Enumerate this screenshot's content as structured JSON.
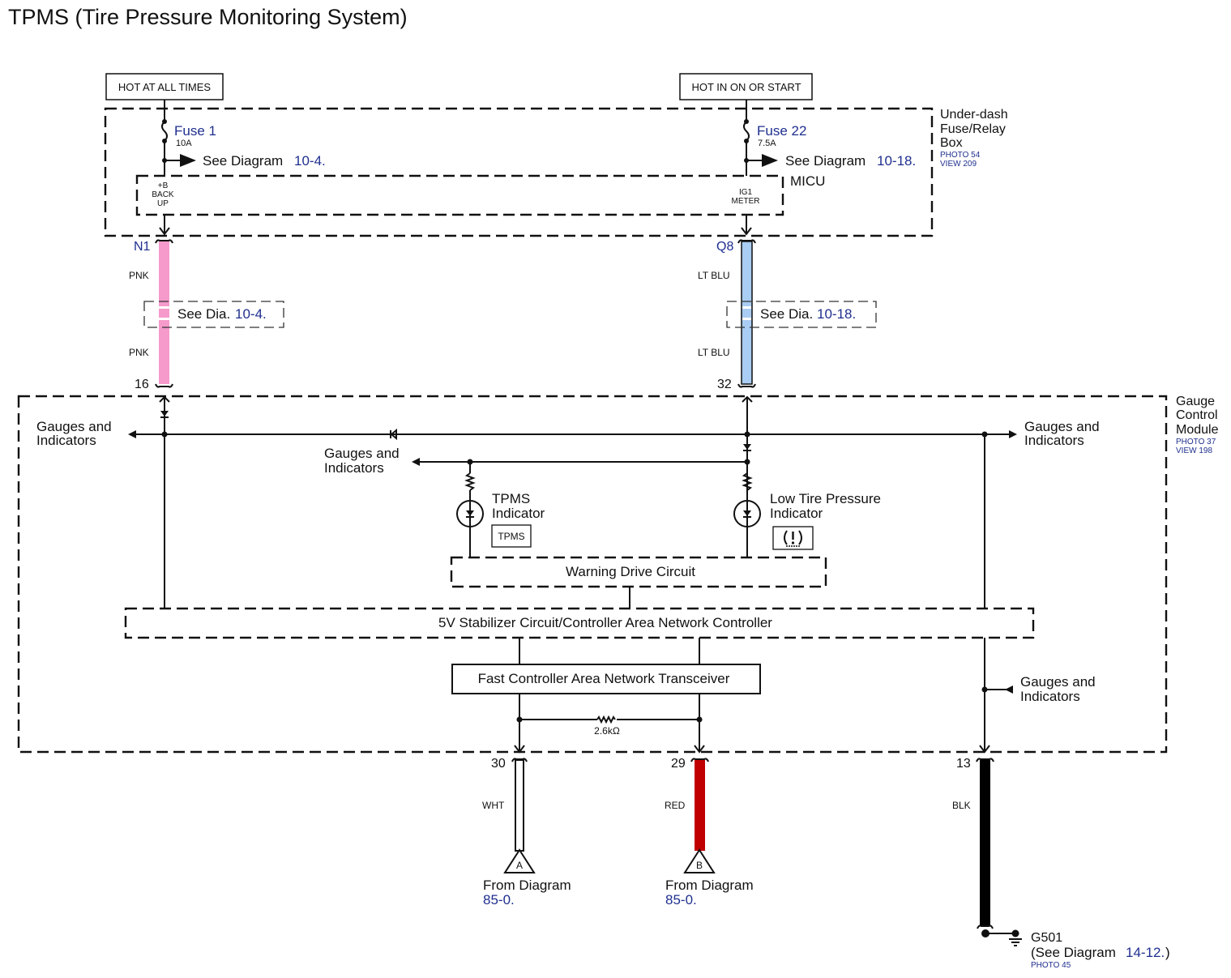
{
  "title": "TPMS (Tire Pressure Monitoring System)",
  "colors": {
    "module_fill": "#cfe2f4",
    "wire_pnk": "#f59acb",
    "wire_ltblu": "#a9cdf3",
    "wire_red": "#c00000",
    "wire_blk": "#000000",
    "wire_wht": "#ffffff",
    "link_blue": "#1f2f8f"
  },
  "power_sources": [
    {
      "label": "HOT AT ALL TIMES"
    },
    {
      "label": "HOT IN ON OR START"
    }
  ],
  "fuse_box": {
    "name_lines": [
      "Under-dash",
      "Fuse/Relay",
      "Box"
    ],
    "photo": "PHOTO 54",
    "view": "VIEW 209",
    "micu_label": "MICU",
    "fuses": [
      {
        "name": "Fuse 1",
        "rating": "10A",
        "see_text": "See Diagram",
        "see_ref": "10-4.",
        "terminal_lines": [
          "+B",
          "BACK",
          "UP"
        ]
      },
      {
        "name": "Fuse 22",
        "rating": "7.5A",
        "see_text": "See Diagram",
        "see_ref": "10-18.",
        "terminal_lines": [
          "IG1",
          "METER"
        ]
      }
    ]
  },
  "wires_top": [
    {
      "pin_top": "N1",
      "pin_bottom": "16",
      "color_label_top": "PNK",
      "color_label_bottom": "PNK",
      "see_text": "See Dia.",
      "see_ref": "10-4."
    },
    {
      "pin_top": "Q8",
      "pin_bottom": "32",
      "color_label_top": "LT BLU",
      "color_label_bottom": "LT BLU",
      "see_text": "See Dia.",
      "see_ref": "10-18."
    }
  ],
  "gauge_module": {
    "name_lines": [
      "Gauge",
      "Control",
      "Module"
    ],
    "photo": "PHOTO 37",
    "view": "VIEW 198",
    "gauges_label_lines": [
      "Gauges and",
      "Indicators"
    ],
    "tpms_indicator": {
      "label_lines": [
        "TPMS",
        "Indicator"
      ],
      "badge": "TPMS"
    },
    "low_tire_indicator": {
      "label_lines": [
        "Low Tire Pressure",
        "Indicator"
      ],
      "badge_icon": "tire-pressure-warning-icon"
    },
    "warning_drive_circuit": "Warning Drive Circuit",
    "stabilizer_circuit": "5V Stabilizer Circuit/Controller Area Network Controller",
    "can_transceiver": "Fast Controller Area Network Transceiver",
    "resistor": "2.6kΩ"
  },
  "wires_bottom": [
    {
      "pin": "30",
      "color_label": "WHT",
      "connector": "A",
      "from_text": "From Diagram",
      "from_ref": "85-0."
    },
    {
      "pin": "29",
      "color_label": "RED",
      "connector": "B",
      "from_text": "From Diagram",
      "from_ref": "85-0."
    },
    {
      "pin": "13",
      "color_label": "BLK"
    }
  ],
  "ground": {
    "name": "G501",
    "see_open": "(See Diagram",
    "see_ref": "14-12.",
    "see_close": ")",
    "photo": "PHOTO 45"
  }
}
